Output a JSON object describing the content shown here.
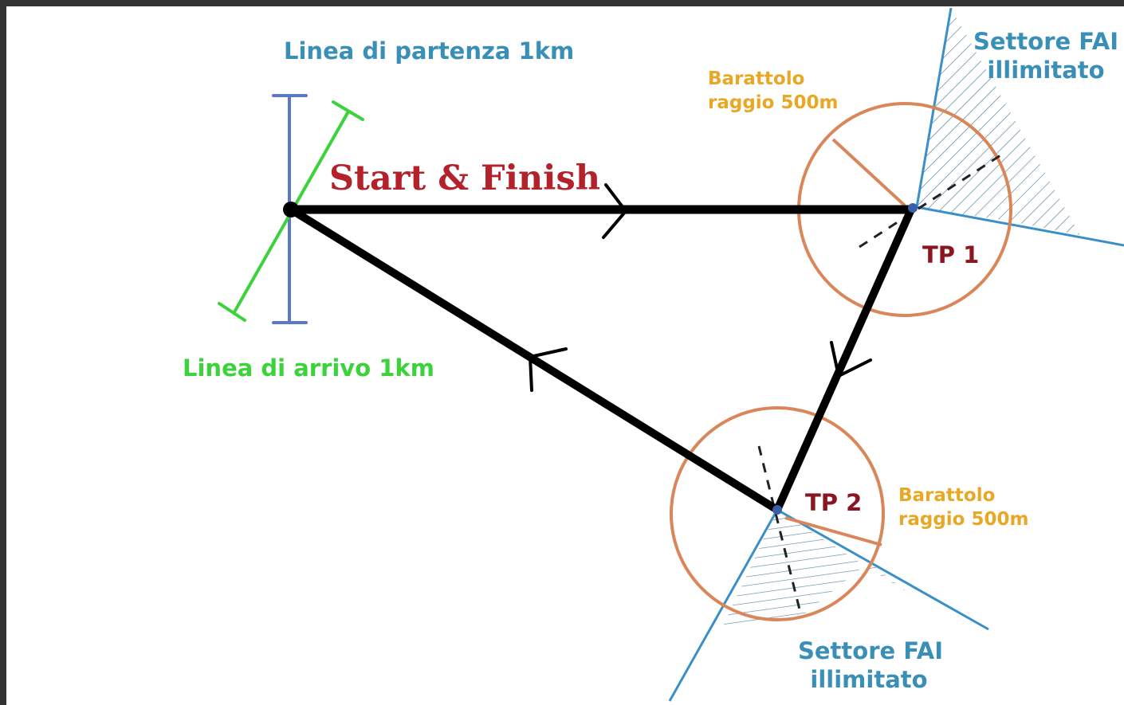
{
  "labels": {
    "start_line": "Linea di partenza 1km",
    "finish_line": "Linea di arrivo 1km",
    "start_finish": "Start & Finish",
    "tp1": "TP 1",
    "tp2": "TP 2",
    "cylinder1_line1": "Barattolo",
    "cylinder1_line2": "raggio 500m",
    "cylinder2_line1": "Barattolo",
    "cylinder2_line2": "raggio 500m",
    "sector1_line1": "Settore FAI",
    "sector1_line2": "illimitato",
    "sector2_line1": "Settore FAI",
    "sector2_line2": "illimitato"
  },
  "colors": {
    "start_line": "#5b78c4",
    "finish_line": "#3bd23b",
    "course": "#000000",
    "cylinder": "#d9875a",
    "sector": "#3a8fc8",
    "tp_label": "#8b1520",
    "start_finish": "#b3212a",
    "cylinder_label": "#e8a825",
    "blue_label": "#3a8fb7"
  }
}
